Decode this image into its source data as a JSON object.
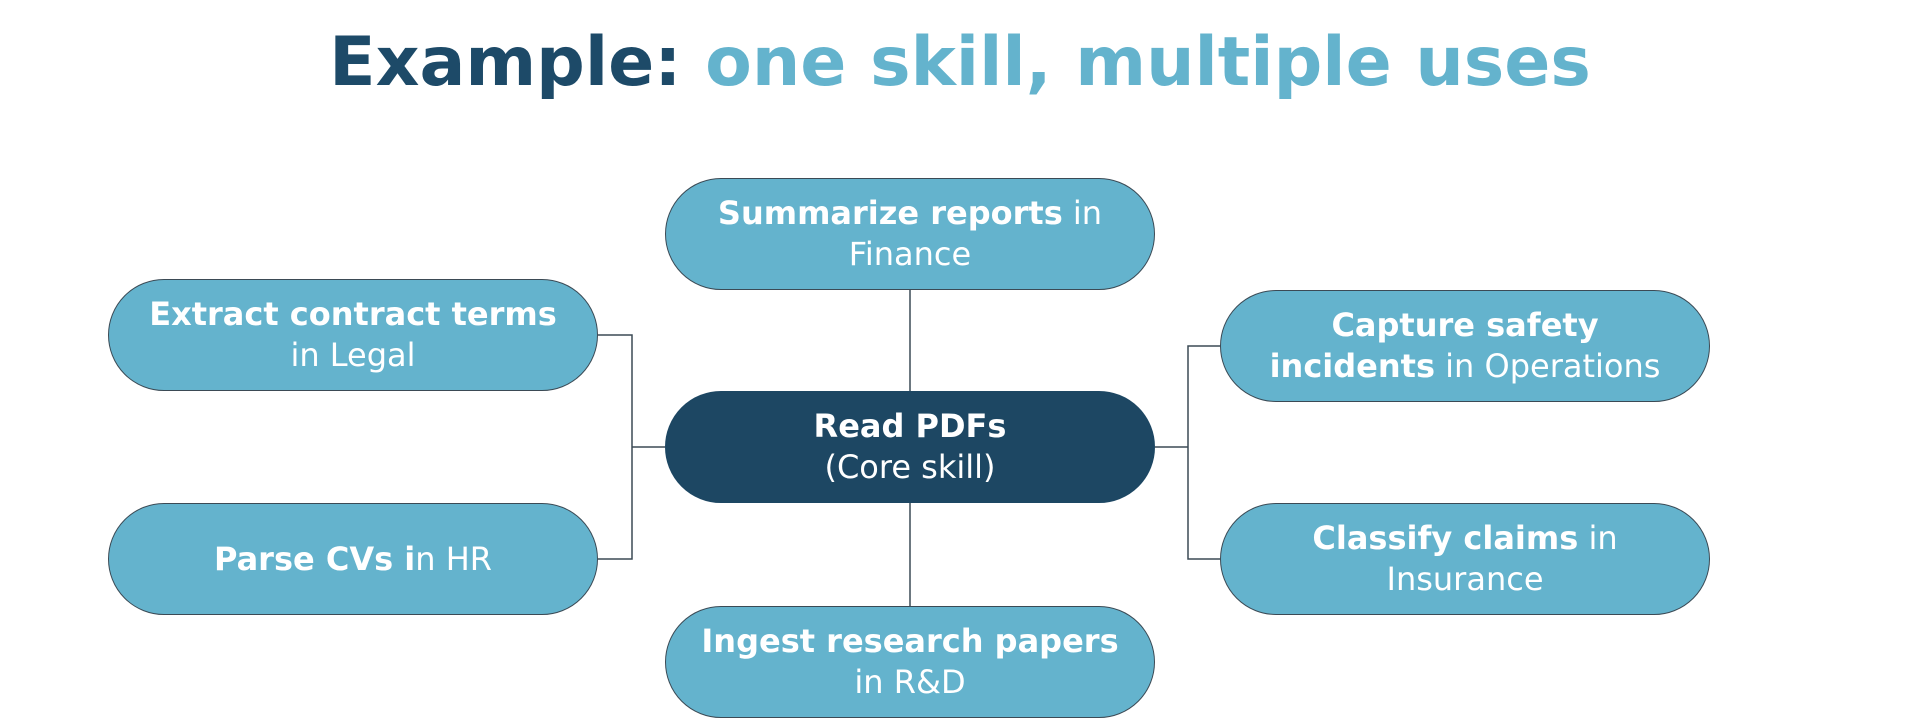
{
  "title": {
    "lead": "Example:",
    "accent": "one skill, multiple uses"
  },
  "nodes": {
    "finance": {
      "bold": "Summarize reports",
      "normal": " in Finance"
    },
    "core": {
      "bold": "Read PDFs",
      "normal": "(Core skill)"
    },
    "rnd": {
      "bold": "Ingest research papers",
      "normal": " in R&D"
    },
    "legal": {
      "bold": "Extract contract terms",
      "normal": " in Legal"
    },
    "hr": {
      "bold": "Parse CVs i",
      "normal": "n HR"
    },
    "ops": {
      "bold": "Capture safety incidents",
      "normal": " in Operations"
    },
    "insurance": {
      "bold": "Classify claims",
      "normal": " in Insurance"
    }
  },
  "colors": {
    "title_dark": "#1d4a68",
    "title_accent": "#64b3cd",
    "node_fill": "#64b3cd",
    "core_fill": "#1d4763",
    "connector": "#3b4a55"
  }
}
